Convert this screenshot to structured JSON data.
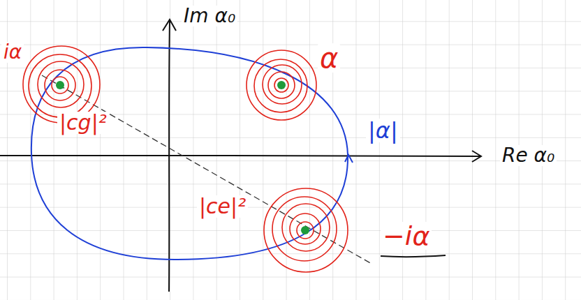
{
  "diagram": {
    "labels": [
      "Im α₀",
      "iα",
      "α",
      "|cg|²",
      "|α|",
      "Re α₀",
      "|ce|²",
      "−iα"
    ]
  }
}
